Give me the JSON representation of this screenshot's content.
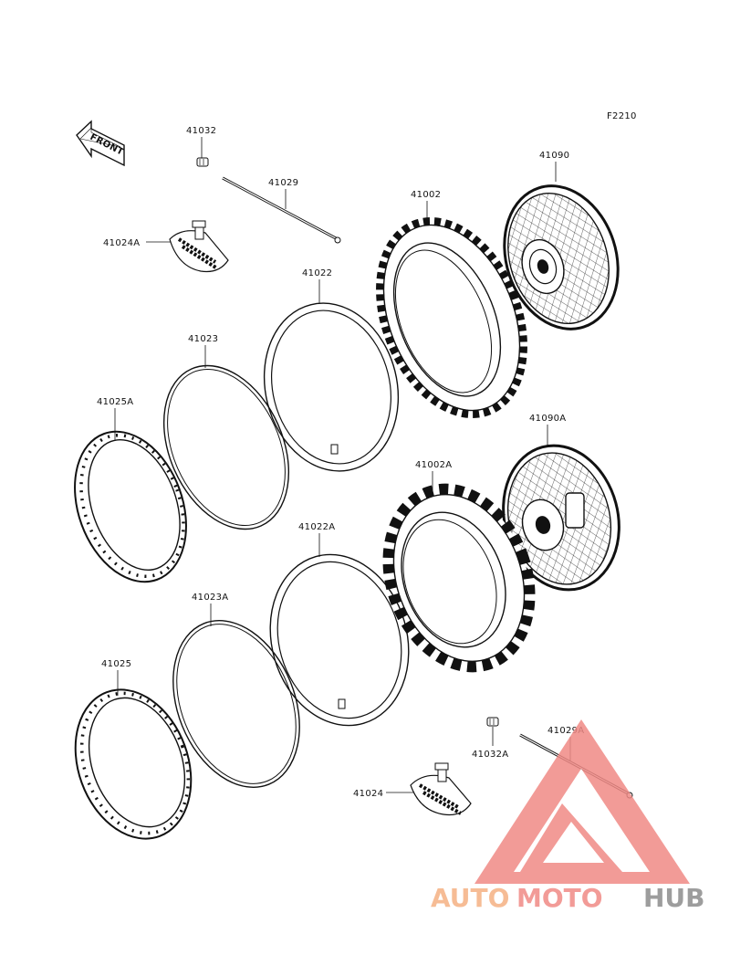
{
  "figure_code": "F2210",
  "front_arrow_text": "FRONT",
  "parts": [
    {
      "id": "p41032",
      "label": "41032"
    },
    {
      "id": "p41029",
      "label": "41029"
    },
    {
      "id": "p41024A",
      "label": "41024A"
    },
    {
      "id": "p41002",
      "label": "41002"
    },
    {
      "id": "p41090",
      "label": "41090"
    },
    {
      "id": "p41022",
      "label": "41022"
    },
    {
      "id": "p41023",
      "label": "41023"
    },
    {
      "id": "p41025A",
      "label": "41025A"
    },
    {
      "id": "p41090A",
      "label": "41090A"
    },
    {
      "id": "p41002A",
      "label": "41002A"
    },
    {
      "id": "p41022A",
      "label": "41022A"
    },
    {
      "id": "p41023A",
      "label": "41023A"
    },
    {
      "id": "p41025",
      "label": "41025"
    },
    {
      "id": "p41032A",
      "label": "41032A"
    },
    {
      "id": "p41029A",
      "label": "41029A"
    },
    {
      "id": "p41024",
      "label": "41024"
    }
  ],
  "watermark": {
    "part1": "AUTO",
    "part2": "MOTO",
    "part3": "HUB",
    "colors": {
      "auto": "#f5b183",
      "moto": "#f08a86",
      "hub": "#8d8d8d",
      "triangle": "#f08a86"
    }
  }
}
